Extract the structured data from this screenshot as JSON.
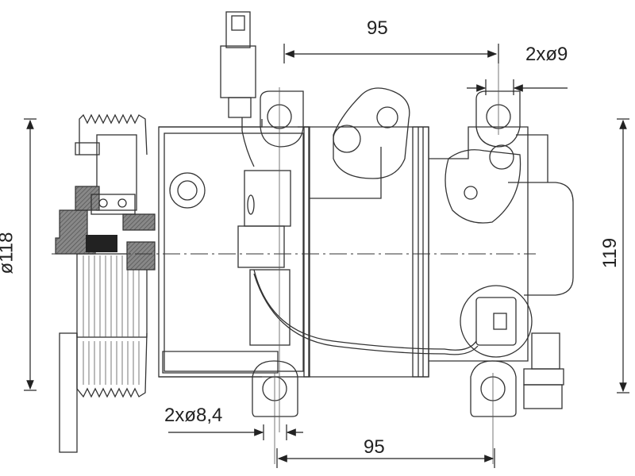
{
  "drawing": {
    "subject": "compressor-technical-drawing",
    "dimensions": {
      "top_bolt_spacing": "95",
      "top_hole_diameter": "2xø9",
      "pulley_diameter": "ø118",
      "height": "119",
      "bottom_hole_diameter": "2xø8,4",
      "bottom_bolt_spacing": "95"
    },
    "line_color": "#333333"
  }
}
